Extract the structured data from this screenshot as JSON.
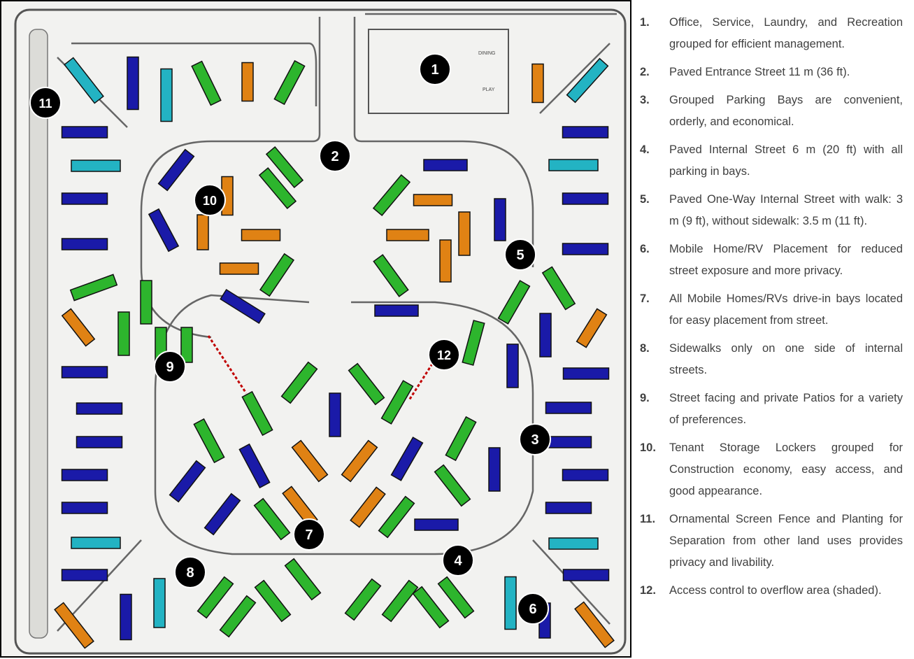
{
  "markers": [
    {
      "number": "1"
    },
    {
      "number": "2"
    },
    {
      "number": "3"
    },
    {
      "number": "4"
    },
    {
      "number": "5"
    },
    {
      "number": "6"
    },
    {
      "number": "7"
    },
    {
      "number": "8"
    },
    {
      "number": "9"
    },
    {
      "number": "10"
    },
    {
      "number": "11"
    },
    {
      "number": "12"
    }
  ],
  "plan_labels": {
    "dining": "DINING",
    "play": "PLAY"
  },
  "colors": {
    "green": "#2db52d",
    "blue": "#1a1aa8",
    "orange": "#e08214",
    "teal": "#23b3c3",
    "marker": "#000000",
    "access_line": "#c00000"
  },
  "legend": [
    {
      "num": "1.",
      "text": "Office, Service, Laundry, and Recreation grouped for efficient management."
    },
    {
      "num": "2.",
      "text": "Paved Entrance Street 11 m (36 ft)."
    },
    {
      "num": "3.",
      "text": "Grouped Parking Bays are convenient, orderly, and economical."
    },
    {
      "num": "4.",
      "text": "Paved Internal Street 6 m (20 ft) with all parking in bays."
    },
    {
      "num": "5.",
      "text": "Paved One-Way Internal Street with walk: 3 m (9 ft), without sidewalk: 3.5 m (11 ft)."
    },
    {
      "num": "6.",
      "text": "Mobile Home/RV Placement for reduced street exposure and more privacy."
    },
    {
      "num": "7.",
      "text": "All Mobile Homes/RVs drive-in bays located for easy placement from street."
    },
    {
      "num": "8.",
      "text": "Sidewalks only on one side of internal streets."
    },
    {
      "num": "9.",
      "text": "Street facing and private Patios for a variety of preferences."
    },
    {
      "num": "10.",
      "text": "Tenant Storage Lockers grouped for Construction economy, easy access, and good appearance."
    },
    {
      "num": "11.",
      "text": "Ornamental Screen Fence and Planting for Separation from other land uses provides privacy and livability."
    },
    {
      "num": "12.",
      "text": "Access control to overflow area (shaded)."
    }
  ]
}
